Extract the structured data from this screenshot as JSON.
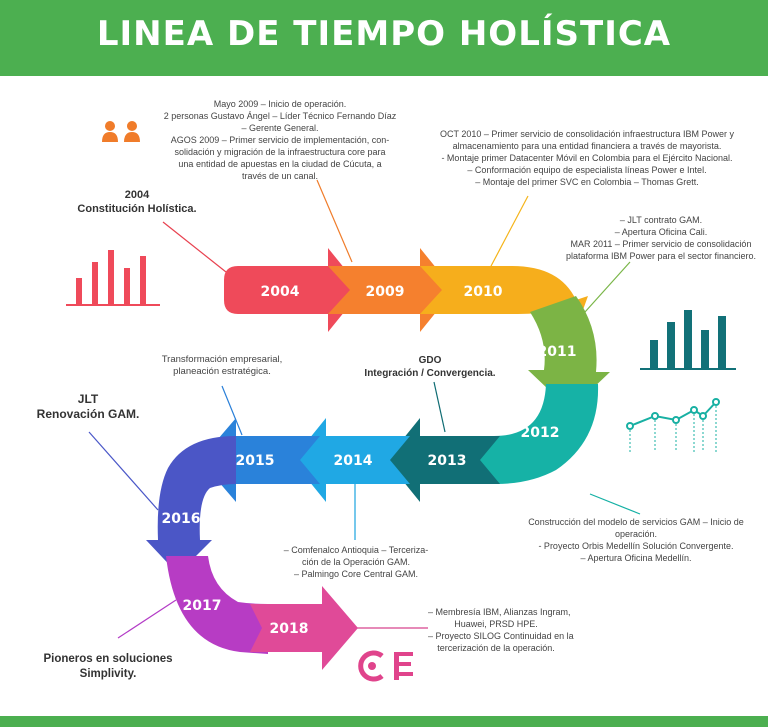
{
  "title": "LINEA DE TIEMPO HOLÍSTICA",
  "colors": {
    "header": "#4caf50"
  },
  "years": [
    "2004",
    "2009",
    "2010",
    "2011",
    "2012",
    "2013",
    "2014",
    "2015",
    "2016",
    "2017",
    "2018"
  ],
  "milestones": {
    "y2004": {
      "lines": [
        "2004",
        "Constitución Holística."
      ]
    },
    "y2009": {
      "lines": [
        "Mayo 2009 – Inicio de operación.",
        "2 personas Gustavo Ángel – Líder Técnico Fernando Díaz",
        "– Gerente General.",
        "AGOS 2009 – Primer servicio de implementación, con-",
        "solidación y migración de la infraestructura core para",
        "una entidad de apuestas en la ciudad de Cúcuta, a",
        "través de un canal."
      ]
    },
    "y2010": {
      "lines": [
        "OCT 2010 – Primer servicio de consolidación infraestructura IBM Power y",
        "almacenamiento para una entidad financiera a través de mayorista.",
        "- Montaje primer Datacenter Móvil en Colombia para el Ejército Nacional.",
        "– Conformación equipo de especialista líneas Power e Intel.",
        "– Montaje del primer SVC en Colombia – Thomas Grett."
      ]
    },
    "y2011": {
      "lines": [
        "– JLT contrato GAM.",
        "– Apertura Oficina Cali.",
        "MAR 2011 – Primer servicio de consolidación",
        "plataforma IBM Power para el sector financiero."
      ]
    },
    "y2012": {
      "lines": [
        "Construcción del modelo de servicios GAM – Inicio de",
        "operación.",
        "- Proyecto Orbis Medellín Solución Convergente.",
        "– Apertura Oficina Medellín."
      ]
    },
    "y2013": {
      "lines": [
        "GDO",
        "Integración / Convergencia."
      ]
    },
    "y2014": {
      "lines": [
        "– Comfenalco Antioquia – Terceriza-",
        "ción de la Operación GAM.",
        "– Palmingo Core Central GAM."
      ]
    },
    "y2015": {
      "lines": [
        "Transformación empresarial,",
        "planeación estratégica."
      ]
    },
    "y2016": {
      "lines": [
        "JLT",
        "Renovación GAM."
      ]
    },
    "y2017": {
      "lines": [
        "Pioneros en soluciones",
        "Simplivity."
      ]
    },
    "y2018": {
      "lines": [
        "– Membresía IBM, Alianzas Ingram,",
        "Huawei, PRSD HPE.",
        "– Proyecto SILOG Continuidad en la",
        "tercerización de la operación."
      ]
    }
  }
}
